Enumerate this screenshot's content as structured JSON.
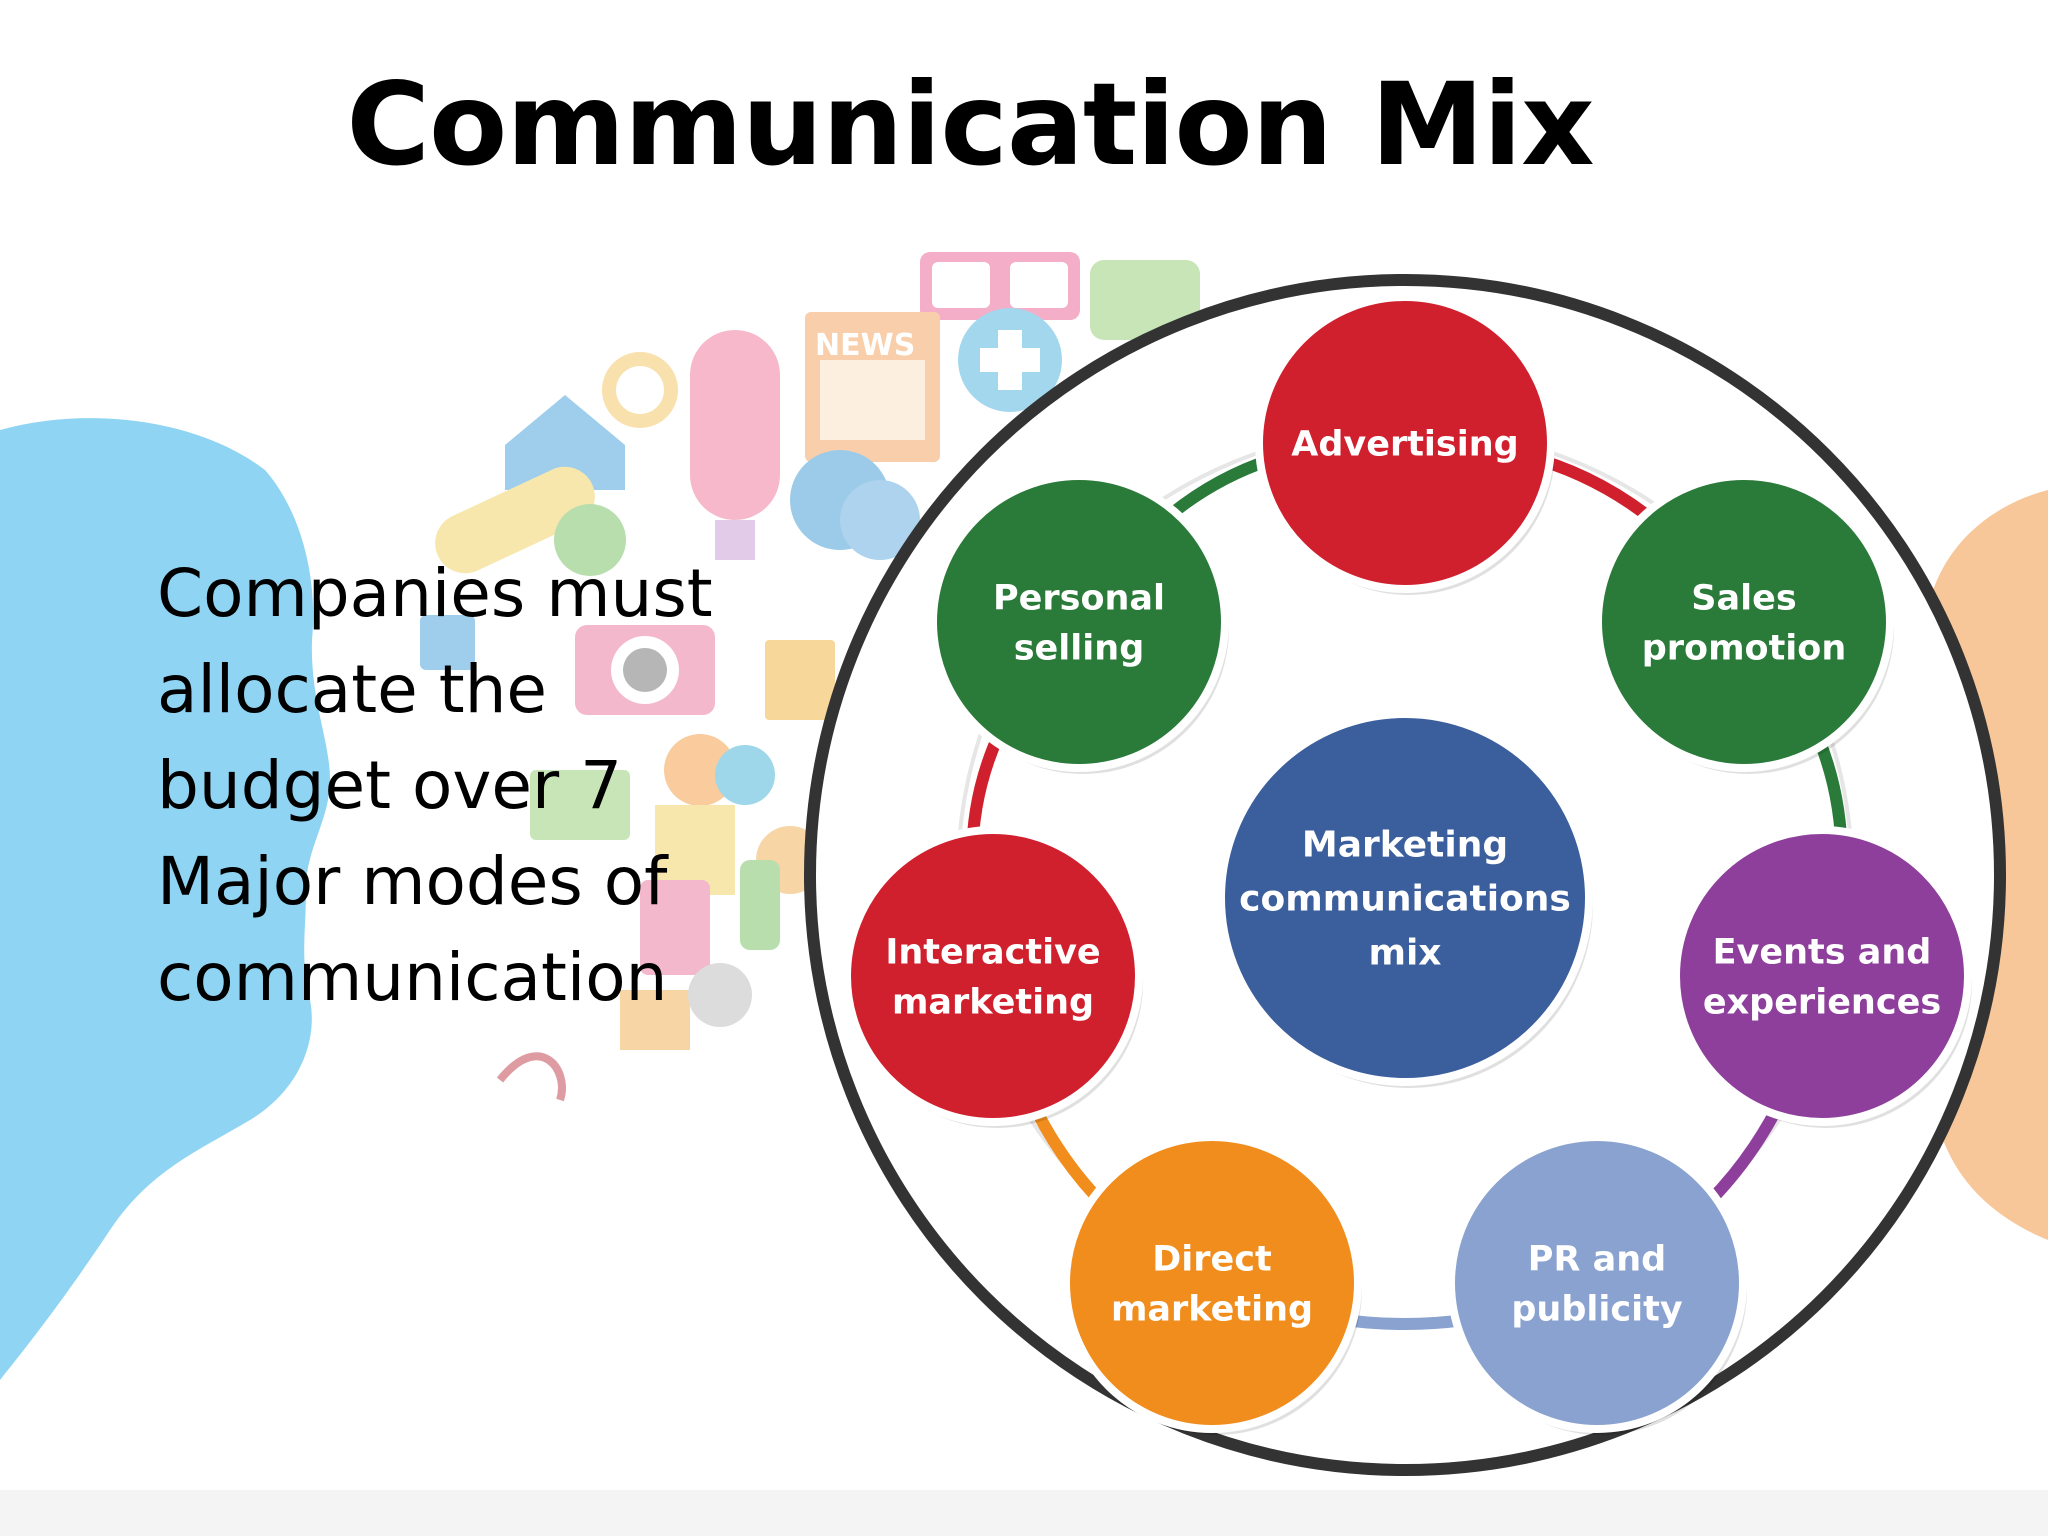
{
  "slide": {
    "title": "Communication Mix",
    "body_lines": [
      "Companies must",
      "allocate the",
      "budget over 7",
      "Major modes of",
      "communication"
    ]
  },
  "background": {
    "news_sign": "NEWS",
    "left_head_color": "#8fd4f2",
    "right_head_color": "#f7c79a"
  },
  "diagram": {
    "center": {
      "lines": [
        "Marketing",
        "communications",
        "mix"
      ],
      "color": "#3b5e9c"
    },
    "nodes": [
      {
        "id": "advertising",
        "lines": [
          "Advertising"
        ],
        "color": "#d0202e"
      },
      {
        "id": "sales-promotion",
        "lines": [
          "Sales",
          "promotion"
        ],
        "color": "#2a7a3a"
      },
      {
        "id": "events",
        "lines": [
          "Events and",
          "experiences"
        ],
        "color": "#8e3f9c"
      },
      {
        "id": "pr",
        "lines": [
          "PR and",
          "publicity"
        ],
        "color": "#8aa2cf"
      },
      {
        "id": "direct",
        "lines": [
          "Direct",
          "marketing"
        ],
        "color": "#f08d1c"
      },
      {
        "id": "interactive",
        "lines": [
          "Interactive",
          "marketing"
        ],
        "color": "#d0202e"
      },
      {
        "id": "personal",
        "lines": [
          "Personal",
          "selling"
        ],
        "color": "#2a7a3a"
      }
    ]
  }
}
